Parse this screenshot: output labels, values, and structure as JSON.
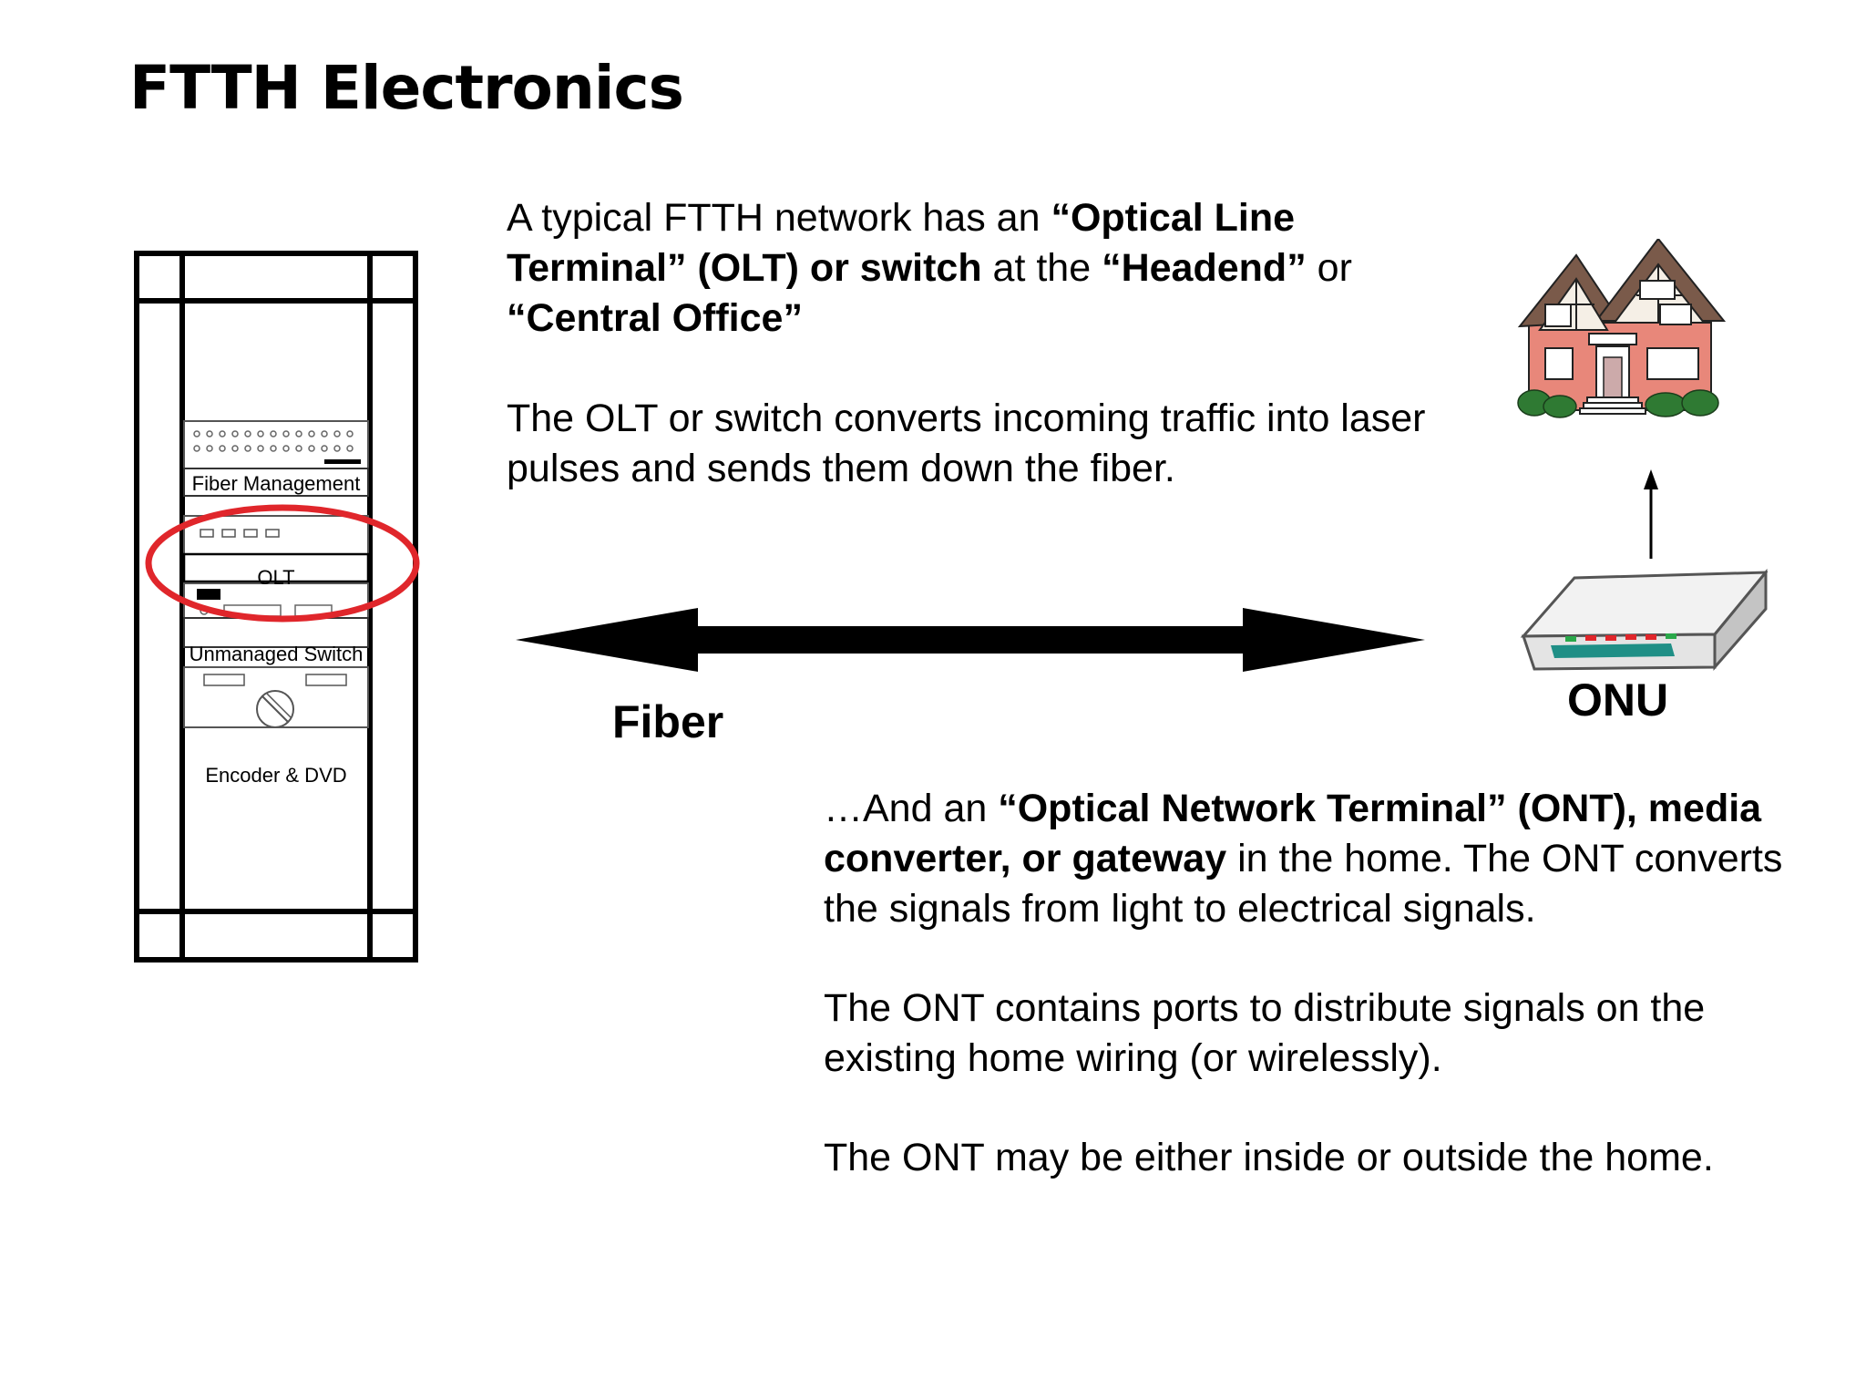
{
  "title": "FTTH Electronics",
  "intro": {
    "p1": {
      "s1": "A typical FTTH network has an ",
      "b1": "“Optical Line Terminal” (OLT) or switch",
      "s2": " at the ",
      "b2": "“Headend”",
      "s3": " or ",
      "b3": "“Central Office”"
    },
    "p2": "The OLT or switch converts incoming traffic into laser pulses and sends them down the fiber."
  },
  "home_text": {
    "p1": {
      "s1": "…And an ",
      "b1": "“Optical Network Terminal” (ONT), media converter, or gateway",
      "s2": " in the home.   The ONT converts the signals from light to electrical signals."
    },
    "p2": "The ONT contains ports to distribute signals on the existing home wiring (or wirelessly).",
    "p3": "The ONT may be either inside or outside the home."
  },
  "rack": {
    "fiber_management": "Fiber Management",
    "olt": "OLT",
    "unmanaged_switch": "Unmanaged Switch",
    "encoder_dvd": "Encoder & DVD"
  },
  "labels": {
    "fiber": "Fiber",
    "onu": "ONU"
  },
  "colors": {
    "highlight_ring": "#e0262b",
    "house_wall": "#e8877a",
    "onu_led_red": "#e0262b",
    "onu_led_green": "#2aa84a",
    "onu_strip": "#1f8f86"
  },
  "icons": [
    "equipment-rack-icon",
    "house-icon",
    "onu-device-icon",
    "double-arrow-icon",
    "up-arrow-icon"
  ]
}
